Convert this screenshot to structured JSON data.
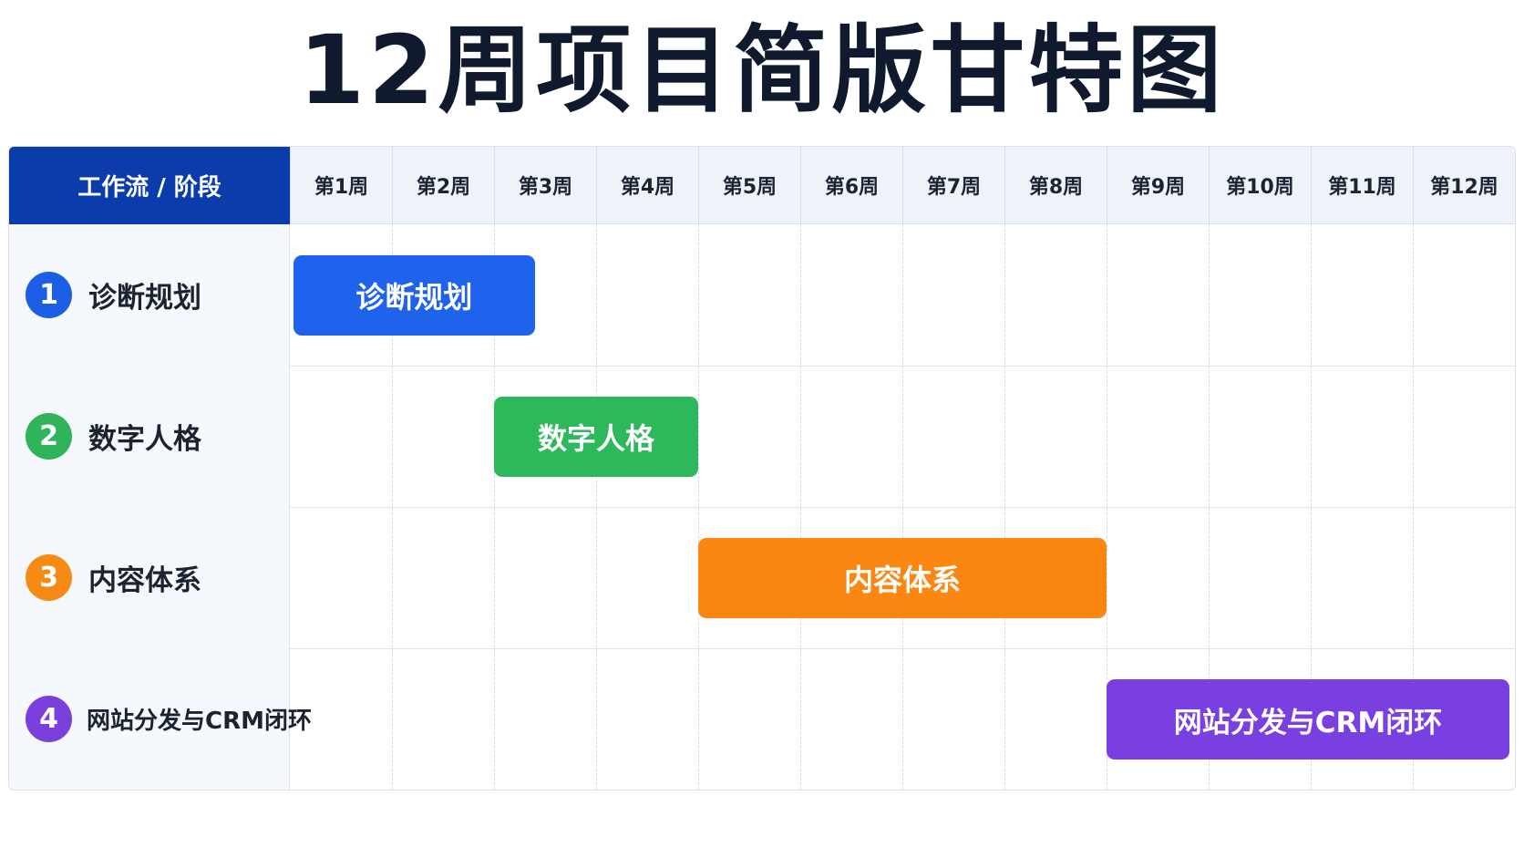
{
  "chart_data": {
    "type": "bar",
    "orientation": "horizontal",
    "title": "12周项目简版甘特图",
    "row_header": "工作流 / 阶段",
    "categories": [
      "第1周",
      "第2周",
      "第3周",
      "第4周",
      "第5周",
      "第6周",
      "第7周",
      "第8周",
      "第9周",
      "第10周",
      "第11周",
      "第12周"
    ],
    "xlim": [
      0,
      12
    ],
    "grid": true,
    "tasks": [
      {
        "order": "1",
        "name": "诊断规划",
        "start": 0,
        "end": 2.4,
        "color": "#1f63ed",
        "badge_color": "#1d5fe4"
      },
      {
        "order": "2",
        "name": "数字人格",
        "start": 2,
        "end": 4,
        "color": "#2db85c",
        "badge_color": "#2fb35b"
      },
      {
        "order": "3",
        "name": "内容体系",
        "start": 4,
        "end": 8,
        "color": "#fb8713",
        "badge_color": "#f78a14"
      },
      {
        "order": "4",
        "name": "网站分发与CRM闭环",
        "start": 8,
        "end": 12,
        "color": "#7a3fe0",
        "badge_color": "#7b40dc"
      }
    ]
  },
  "colors": {
    "title": "#0f1a2e",
    "row_header_bg": "#0b3cab",
    "week_header_bg": "#eef3fa",
    "label_bg": "#f5f8fc",
    "label_text": "#1b2230"
  }
}
